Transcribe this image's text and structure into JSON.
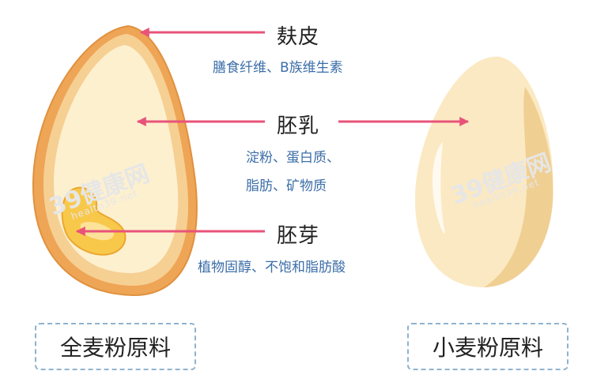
{
  "labels": {
    "bran": {
      "name": "麸皮",
      "desc": "膳食纤维、B族维生素"
    },
    "endosperm": {
      "name": "胚乳",
      "desc_line1": "淀粉、蛋白质、",
      "desc_line2": "脂肪、矿物质"
    },
    "germ": {
      "name": "胚芽",
      "desc": "植物固醇、不饱和脂肪酸"
    }
  },
  "captions": {
    "left": "全麦粉原料",
    "right": "小麦粉原料"
  },
  "watermark": {
    "main": "39健康网",
    "sub": "health39.net"
  },
  "colors": {
    "arrow": "#e8537a",
    "bran_outer": "#eea556",
    "bran_inner": "#f6cf93",
    "endosperm": "#fdf0cf",
    "germ": "#f8c84a",
    "caption_border": "#8fb3cf",
    "desc_text": "#3c6ea8"
  }
}
